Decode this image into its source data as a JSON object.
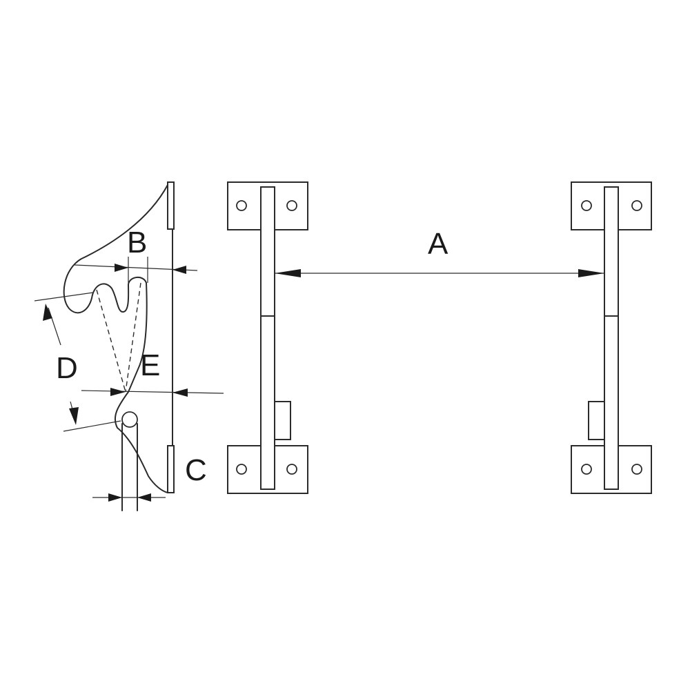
{
  "labels": {
    "a": "A",
    "b": "B",
    "c": "C",
    "d": "D",
    "e": "E"
  },
  "colors": {
    "line": "#2a2a2a",
    "background": "#ffffff"
  }
}
